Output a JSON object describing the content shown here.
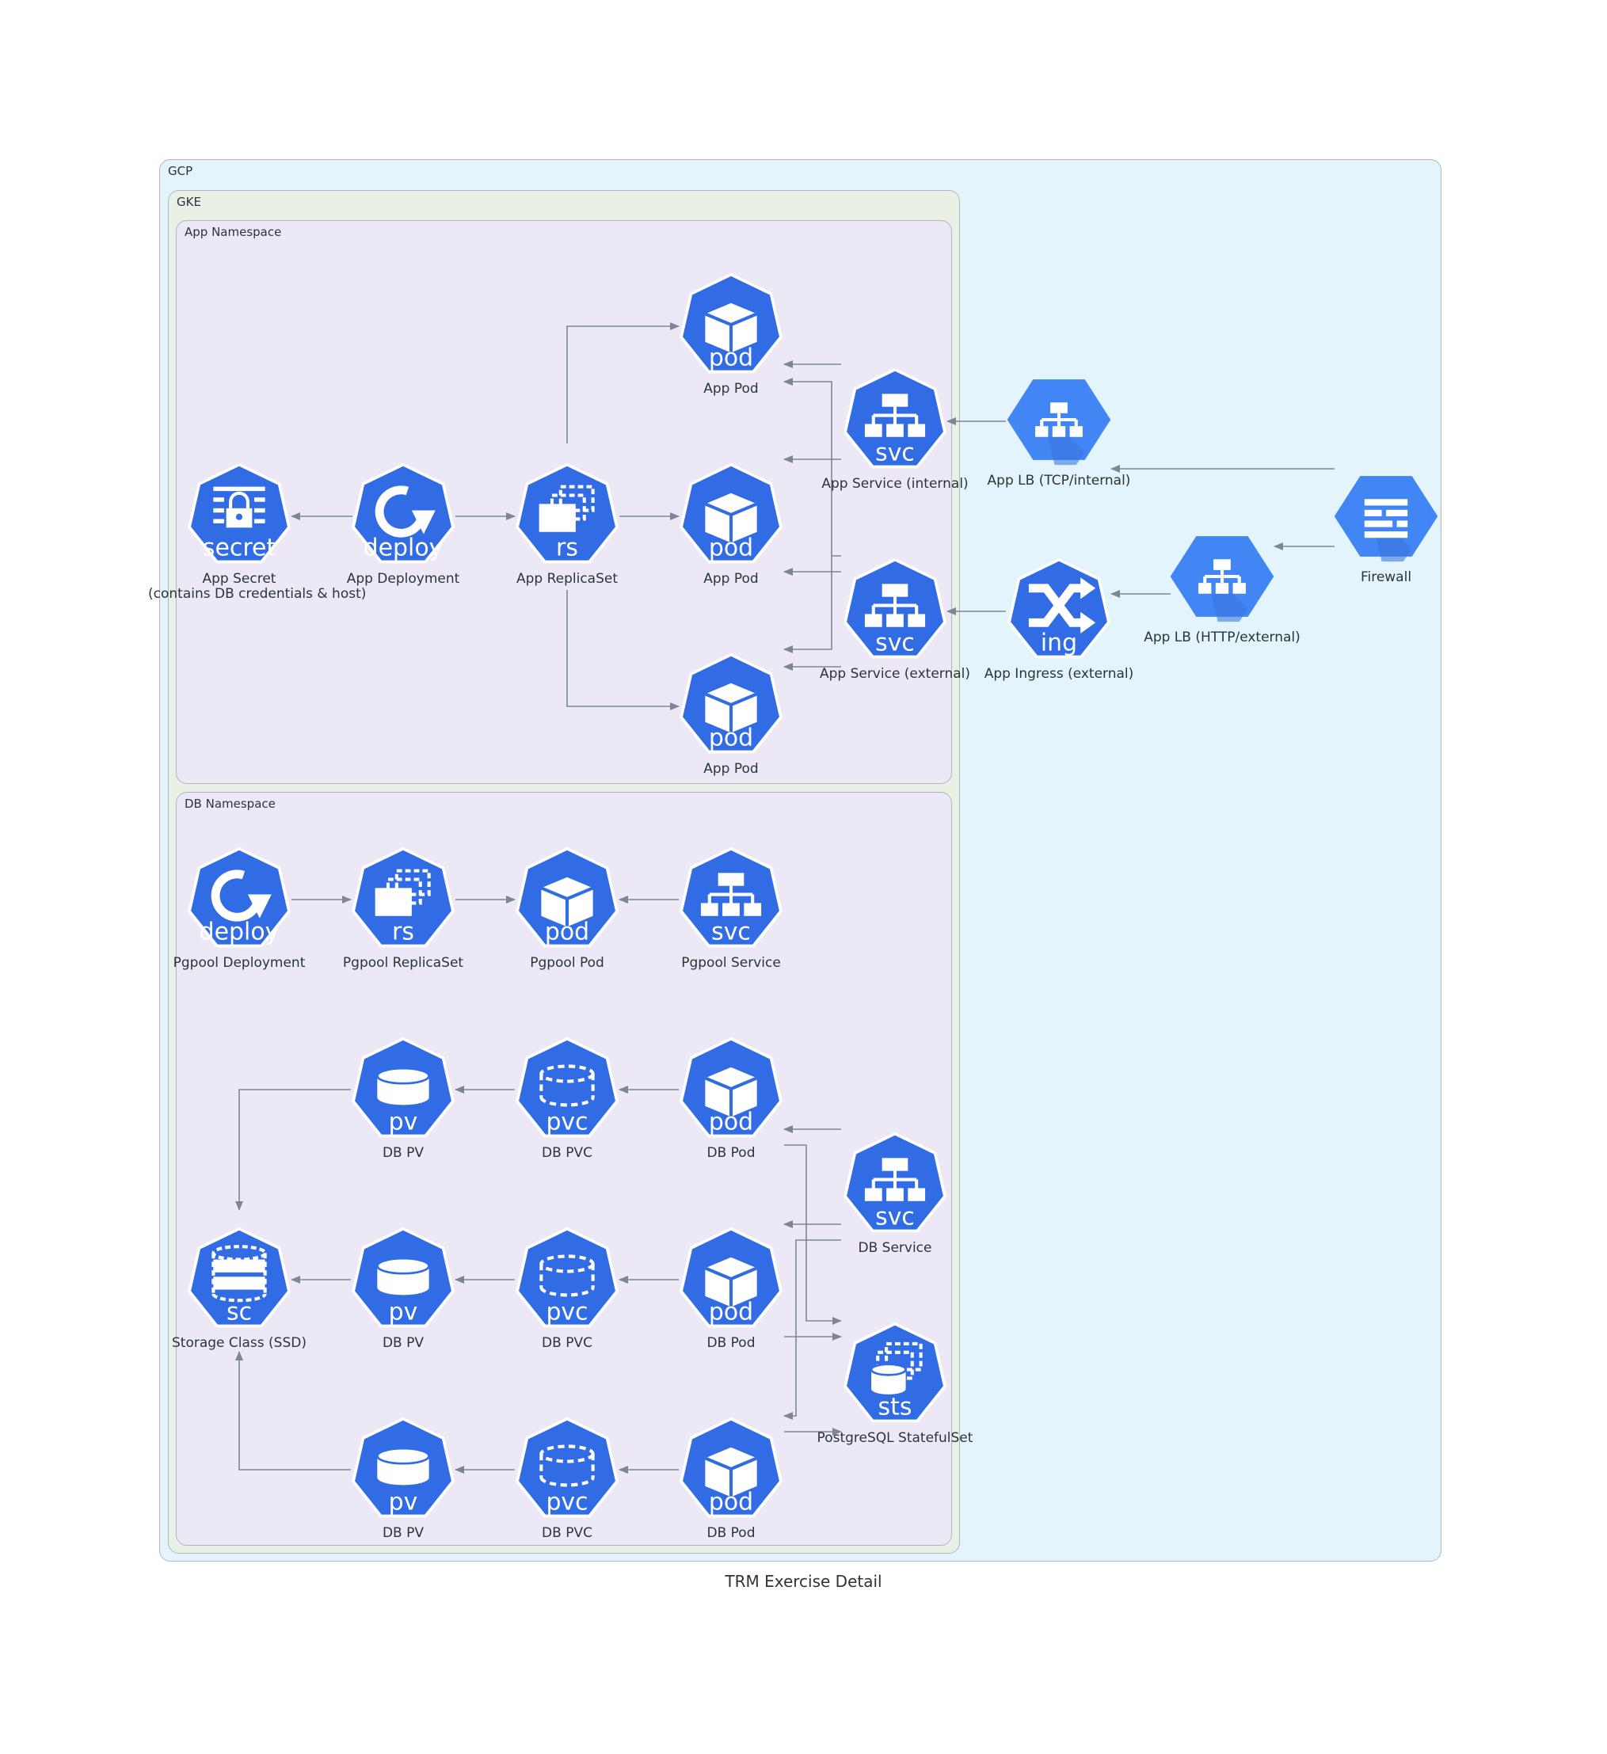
{
  "title": "TRM Exercise Detail",
  "colors": {
    "k8s_blue": "#326ce5",
    "gcp_blue": "#4285f4",
    "edge": "#7b8894"
  },
  "clusters": {
    "gcp": "GCP",
    "gke": "GKE",
    "app_ns": "App Namespace",
    "db_ns": "DB Namespace"
  },
  "nodes": {
    "app_secret": {
      "kind": "secret",
      "label": "App Secret\n(contains DB credentials & host)"
    },
    "app_deploy": {
      "kind": "deploy",
      "label": "App Deployment"
    },
    "app_rs": {
      "kind": "rs",
      "label": "App ReplicaSet"
    },
    "app_pod1": {
      "kind": "pod",
      "label": "App Pod"
    },
    "app_pod2": {
      "kind": "pod",
      "label": "App Pod"
    },
    "app_pod3": {
      "kind": "pod",
      "label": "App Pod"
    },
    "app_svc_int": {
      "kind": "svc",
      "label": "App Service (internal)"
    },
    "app_svc_ext": {
      "kind": "svc",
      "label": "App Service (external)"
    },
    "app_lb_tcp": {
      "kind": "load-balancer",
      "label": "App LB (TCP/internal)"
    },
    "app_ingress": {
      "kind": "ing",
      "label": "App Ingress (external)"
    },
    "app_lb_http": {
      "kind": "load-balancer",
      "label": "App LB (HTTP/external)"
    },
    "firewall": {
      "kind": "firewall",
      "label": "Firewall"
    },
    "pg_deploy": {
      "kind": "deploy",
      "label": "Pgpool Deployment"
    },
    "pg_rs": {
      "kind": "rs",
      "label": "Pgpool ReplicaSet"
    },
    "pg_pod": {
      "kind": "pod",
      "label": "Pgpool Pod"
    },
    "pg_svc": {
      "kind": "svc",
      "label": "Pgpool Service"
    },
    "db_pv1": {
      "kind": "pv",
      "label": "DB PV"
    },
    "db_pvc1": {
      "kind": "pvc",
      "label": "DB PVC"
    },
    "db_pod1": {
      "kind": "pod",
      "label": "DB Pod"
    },
    "db_svc": {
      "kind": "svc",
      "label": "DB Service"
    },
    "sc": {
      "kind": "sc",
      "label": "Storage Class (SSD)"
    },
    "db_pv2": {
      "kind": "pv",
      "label": "DB PV"
    },
    "db_pvc2": {
      "kind": "pvc",
      "label": "DB PVC"
    },
    "db_pod2": {
      "kind": "pod",
      "label": "DB Pod"
    },
    "sts": {
      "kind": "sts",
      "label": "PostgreSQL StatefulSet"
    },
    "db_pv3": {
      "kind": "pv",
      "label": "DB PV"
    },
    "db_pvc3": {
      "kind": "pvc",
      "label": "DB PVC"
    },
    "db_pod3": {
      "kind": "pod",
      "label": "DB Pod"
    }
  },
  "edges": [
    [
      "app_deploy",
      "app_secret"
    ],
    [
      "app_deploy",
      "app_rs"
    ],
    [
      "app_rs",
      "app_pod1"
    ],
    [
      "app_rs",
      "app_pod2"
    ],
    [
      "app_rs",
      "app_pod3"
    ],
    [
      "app_svc_int",
      "app_pod1"
    ],
    [
      "app_svc_int",
      "app_pod2"
    ],
    [
      "app_svc_int",
      "app_pod3"
    ],
    [
      "app_svc_ext",
      "app_pod1"
    ],
    [
      "app_svc_ext",
      "app_pod2"
    ],
    [
      "app_svc_ext",
      "app_pod3"
    ],
    [
      "app_lb_tcp",
      "app_svc_int"
    ],
    [
      "app_ingress",
      "app_svc_ext"
    ],
    [
      "app_lb_http",
      "app_ingress"
    ],
    [
      "firewall",
      "app_lb_tcp"
    ],
    [
      "firewall",
      "app_lb_http"
    ],
    [
      "pg_deploy",
      "pg_rs"
    ],
    [
      "pg_rs",
      "pg_pod"
    ],
    [
      "pg_svc",
      "pg_pod"
    ],
    [
      "db_pod1",
      "db_pvc1"
    ],
    [
      "db_pvc1",
      "db_pv1"
    ],
    [
      "db_pv1",
      "sc"
    ],
    [
      "db_pod2",
      "db_pvc2"
    ],
    [
      "db_pvc2",
      "db_pv2"
    ],
    [
      "db_pv2",
      "sc"
    ],
    [
      "db_pod3",
      "db_pvc3"
    ],
    [
      "db_pvc3",
      "db_pv3"
    ],
    [
      "db_pv3",
      "sc"
    ],
    [
      "db_svc",
      "db_pod1"
    ],
    [
      "db_svc",
      "db_pod2"
    ],
    [
      "db_svc",
      "db_pod3"
    ],
    [
      "db_pod1",
      "sts"
    ],
    [
      "db_pod2",
      "sts"
    ],
    [
      "db_pod3",
      "sts"
    ]
  ]
}
